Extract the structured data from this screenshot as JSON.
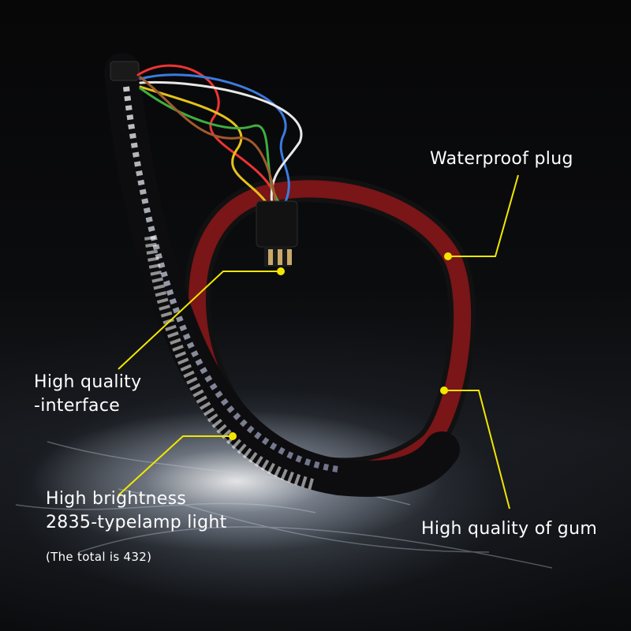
{
  "callouts": {
    "waterproof_plug": "Waterproof plug",
    "interface_line1": "High quality",
    "interface_line2": "-interface",
    "brightness_line1": "High brightness",
    "brightness_line2": "2835-typelamp light",
    "total_note": "(The total is 432)",
    "gum": "High quality of gum"
  },
  "colors": {
    "callout_line": "#f2e600",
    "callout_dot": "#f2e600",
    "strip_body": "#111111",
    "adhesive_tape": "#7a1518",
    "text": "#ffffff"
  }
}
